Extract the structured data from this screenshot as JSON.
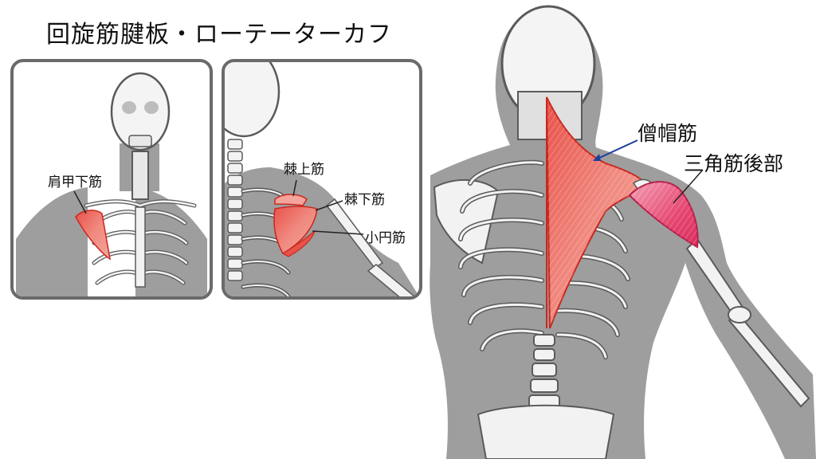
{
  "title": "回旋筋腱板・ローテーターカフ",
  "labels": {
    "subscapularis": "肩甲下筋",
    "supraspinatus": "棘上筋",
    "infraspinatus": "棘下筋",
    "teres_minor": "小円筋",
    "trapezius": "僧帽筋",
    "posterior_deltoid": "三角筋後部"
  },
  "colors": {
    "muscle": "#e8524a",
    "muscle_light": "#f4a49a",
    "deltoid": "#e64872",
    "silhouette": "#9e9e9e",
    "bone": "#f2f2f2",
    "outline": "#5a5a5a",
    "arrow_blue": "#1d3f9b"
  }
}
